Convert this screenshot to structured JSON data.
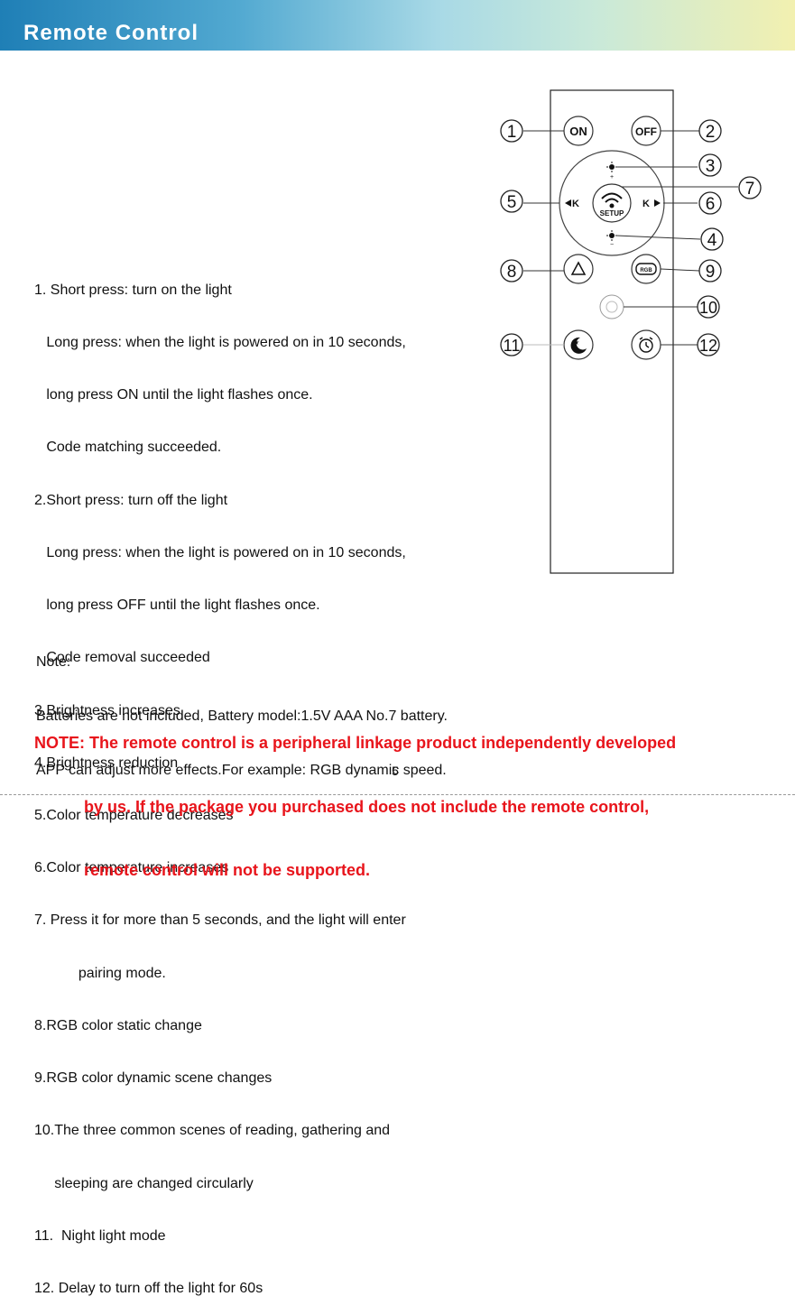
{
  "header": {
    "title": "Remote Control"
  },
  "instructions": [
    "1. Short press: turn on the light",
    "   Long press: when the light is powered on in 10 seconds,",
    "   long press ON until the light flashes once.",
    "   Code matching succeeded.",
    "2.Short press: turn off the light",
    "   Long press: when the light is powered on in 10 seconds,",
    "   long press OFF until the light flashes once.",
    "   Code removal succeeded",
    "3.Brightness increases",
    "4.Brightness reduction",
    "5.Color temperature decreases",
    "6.Color temperature increases",
    "7. Press it for more than 5 seconds, and the light will enter",
    "           pairing mode.",
    "8.RGB color static change",
    "9.RGB color dynamic scene changes",
    "10.The three common scenes of reading, gathering and",
    "     sleeping are changed circularly",
    "11.  Night light mode",
    "12. Delay to turn off the light for 60s"
  ],
  "note": {
    "heading": "Note:",
    "line1": "Batteries are not included, Battery model:1.5V AAA No.7 battery.",
    "line2": "APP can adjust more effects.For example: RGB dynamic speed."
  },
  "warning": {
    "line1": "NOTE: The remote control is a peripheral linkage product independently developed",
    "line2": "           by us. If the package you purchased does not include the remote control,",
    "line3": "           remote control will not be supported."
  },
  "page_number": "5",
  "remote": {
    "on_label": "ON",
    "off_label": "OFF",
    "setup_label": "SETUP",
    "rgb_label": "RGB",
    "callouts": [
      "1",
      "2",
      "3",
      "4",
      "5",
      "6",
      "7",
      "8",
      "9",
      "10",
      "11",
      "12"
    ]
  },
  "icons": [
    "wifi-icon",
    "sun-icon",
    "recycle-icon",
    "rgb-cycle-icon",
    "scene-cycle-icon",
    "moon-star-icon",
    "alarm-clock-icon"
  ]
}
